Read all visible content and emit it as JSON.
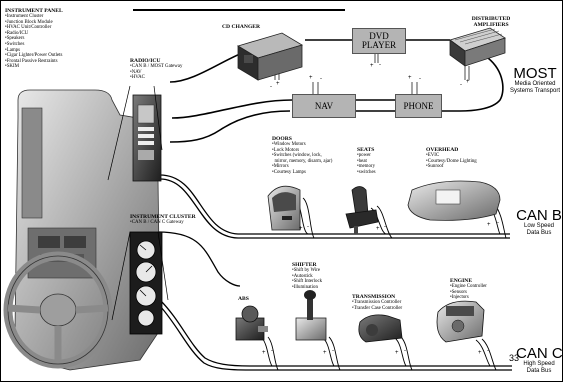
{
  "instrument_panel": {
    "title": "INSTRUMENT PANEL",
    "items": [
      "•Instrument Cluster",
      "•Junction Block Module",
      "•HVAC Unit/Controller",
      "•Radio/ICU",
      "•Speakers",
      "•Switches",
      "•Lamps",
      "•Cigar Lighter/Power Outlets",
      "•Frontal Passive Restraints",
      "•SKIM"
    ]
  },
  "radio_icu": {
    "title": "RADIO/ICU",
    "items": [
      "•CAN B / MOST Gateway",
      "•NAV",
      "•HVAC"
    ]
  },
  "cd_changer": {
    "title": "CD CHANGER"
  },
  "distributed_amplifiers": {
    "title": "DISTRIBUTED AMPLIFIERS"
  },
  "most_nodes": {
    "dvd_line1": "DVD",
    "dvd_line2": "PLAYER",
    "nav": "NAV",
    "phone": "PHONE"
  },
  "most_bus": {
    "label": "MOST",
    "sub1": "Media Oriented",
    "sub2": "Systems Transport"
  },
  "doors": {
    "title": "DOORS",
    "items": [
      "•Window Motors",
      "•Lock Motors",
      "•Switches (window, lock,",
      "  mirror, memory, disarm, ajar)",
      "•Mirrors",
      "•Courtesy Lamps"
    ]
  },
  "seats": {
    "title": "SEATS",
    "items": [
      "•power",
      "•heat",
      "•memory",
      "•switches"
    ]
  },
  "overhead": {
    "title": "OVERHEAD",
    "items": [
      "•EVIC",
      "•Courtesy/Dome Lighting",
      "•Sunroof"
    ]
  },
  "can_b_bus": {
    "label": "CAN B",
    "sub1": "Low Speed",
    "sub2": "Data Bus"
  },
  "instrument_cluster": {
    "title": "INSTRUMENT CLUSTER",
    "items": [
      "•CAN B / CAN C Gateway"
    ]
  },
  "shifter": {
    "title": "SHIFTER",
    "items": [
      "•Shift by Wire",
      "•Autostick",
      "•Shift Interlock",
      "•Illumination"
    ]
  },
  "transmission": {
    "title": "TRANSMISSION",
    "items": [
      "•Transmission Controller",
      "•Transfer Case Controller"
    ]
  },
  "engine": {
    "title": "ENGINE",
    "items": [
      "•Engine Controller",
      "•Sensors",
      "•Injectors"
    ]
  },
  "abs": {
    "title": "ABS"
  },
  "can_c_bus": {
    "label": "CAN C",
    "sub1": "High Speed",
    "sub2": "Data Bus"
  },
  "terminals": {
    "plus": "+",
    "minus": "-"
  },
  "page_number": "33"
}
